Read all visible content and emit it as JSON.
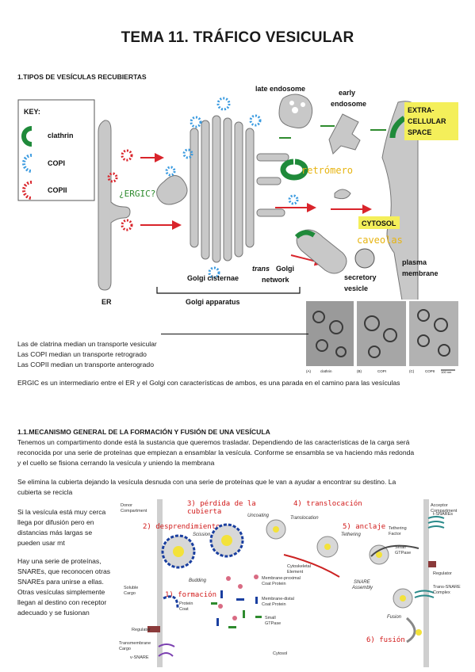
{
  "title": "TEMA 11. TRÁFICO VESICULAR",
  "section1": {
    "heading": "1.TIPOS DE VESÍCULAS RECUBIERTAS",
    "key": {
      "title": "KEY:",
      "items": [
        "clathrin",
        "COPI",
        "COPII"
      ],
      "colors": {
        "clathrin": "#1f8a3a",
        "copi": "#3b9be0",
        "copii": "#d9242b"
      }
    },
    "diagram": {
      "late_endosome": "late endosome",
      "early_endosome": [
        "early",
        "endosome"
      ],
      "extracellular": [
        "EXTRA-",
        "CELLULAR",
        "SPACE"
      ],
      "retromero": "retrómero",
      "ergic": "¿ERGIC?",
      "cytosol": "CYTOSOL",
      "caveolas": "caveolas",
      "plasma_membrane": [
        "plasma",
        "membrane"
      ],
      "golgi_cisternae": "Golgi cisternae",
      "trans_golgi": [
        "trans",
        "Golgi",
        "network"
      ],
      "secretory_vesicle": [
        "secretory",
        "vesicle"
      ],
      "er": "ER",
      "golgi_apparatus": "Golgi apparatus"
    },
    "micrograph": {
      "labels": [
        "(A)",
        "clathrin",
        "(B)",
        "COPI",
        "(C)",
        "COPII"
      ],
      "scale": "100 nm"
    },
    "lines": [
      "Las de clatrina median un transporte vesicular",
      "Las COPI median un transporte retrogrado",
      "Las COPII median un transporte anterogrado"
    ],
    "ergic_note": "ERGIC es un intermediario entre el ER y el Golgi con características de ambos, es una parada en el camino para las vesículas"
  },
  "section2": {
    "heading": "1.1.MECANISMO GENERAL DE LA FORMACIÓN Y FUSIÓN DE UNA VESÍCULA",
    "para1": [
      "Tenemos un compartimento donde está la sustancia que queremos trasladar. Dependiendo de las características de la carga será",
      "reconocida por una serie de proteínas que empiezan a ensamblar la vesícula. Conforme se ensambla se va haciendo más redonda",
      "y el cuello se fisiona cerrando la vesícula y uniendo la membrana"
    ],
    "para2": [
      "Se elimina la cubierta dejando la vesícula desnuda con una serie de proteínas que le van a ayudar a encontrar su destino. La",
      "cubierta se recicla"
    ],
    "para3": [
      "Si la vesícula está muy cerca",
      "llega por difusión pero en",
      "distancias más largas se",
      "pueden usar mt"
    ],
    "para4": [
      "Hay una serie de proteínas,",
      "SNAREs, que reconocen otras",
      "SNAREs para unirse a ellas.",
      "Otras vesículas simplemente",
      "llegan al destino con receptor",
      "adecuado y se fusionan"
    ],
    "diagram": {
      "donor": [
        "Donor",
        "Compartment"
      ],
      "acceptor": [
        "Acceptor",
        "Compartment"
      ],
      "step1": "1) formación",
      "step2": "2) desprendimiento",
      "step3": [
        "3) pérdida de la",
        "cubierta"
      ],
      "step4": "4) translocación",
      "step5": "5) anclaje",
      "step6": "6) fusión",
      "scission": "Scission",
      "uncoating": "Uncoating",
      "translocation": "Translocation",
      "tethering": "Tethering",
      "tethering_factor": [
        "Tethering",
        "Factor"
      ],
      "small_gtpase_right": [
        "Small",
        "GTPase"
      ],
      "t_snares": "t-SNAREs",
      "regulator_right": "Regulator",
      "trans_snare": [
        "Trans-SNARE",
        "Complex"
      ],
      "snare_assembly": [
        "SNARE",
        "Assembly"
      ],
      "fusion": "Fusion",
      "cytoskeletal": [
        "Cytoskeletal",
        "Element"
      ],
      "budding": "Budding",
      "protein_coat": [
        "Protein",
        "Coat"
      ],
      "soluble_cargo": [
        "Soluble",
        "Cargo"
      ],
      "regulator_left": "Regulator",
      "transmembrane_cargo": [
        "Transmembrane",
        "Cargo"
      ],
      "v_snare": "v-SNARE",
      "proximal": [
        "Membrane-proximal",
        "Coat Protein"
      ],
      "distal": [
        "Membrane-distal",
        "Coat Protein"
      ],
      "small_gtpase_bottom": [
        "Small",
        "GTPase"
      ],
      "cytosol": "Cytosol"
    }
  }
}
